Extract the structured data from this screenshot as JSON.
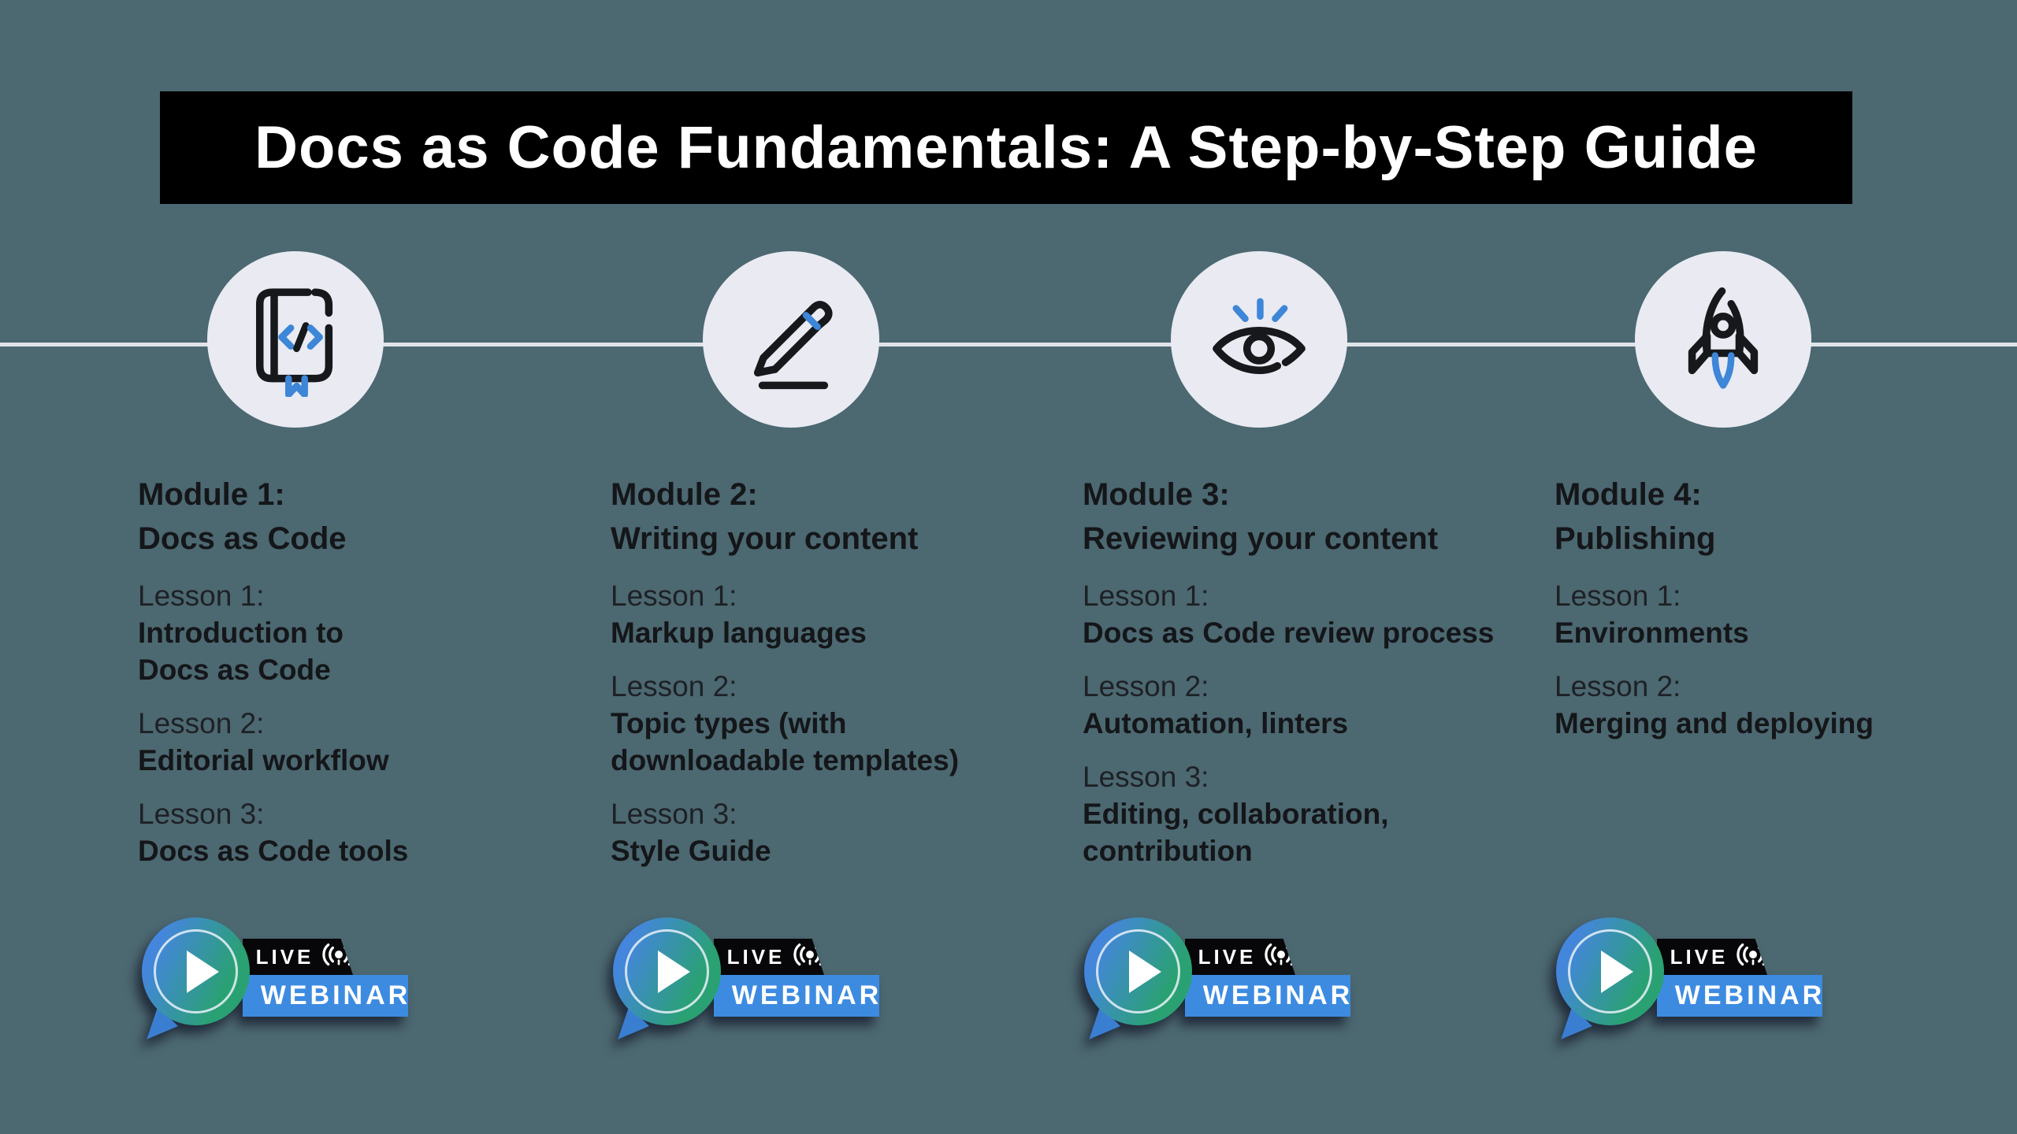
{
  "title_banner": {
    "text": "Docs as Code Fundamentals: A Step-by-Step Guide",
    "bg_color": "#000000",
    "text_color": "#ffffff"
  },
  "colors": {
    "page_background": "#4c6871",
    "timeline_line": "#dfe4e9",
    "icon_circle_bg": "#e9eaf2",
    "icon_stroke": "#16181c",
    "accent_blue": "#3d86d8",
    "badge_live_bg": "#070709",
    "badge_webinar_bg": "#3d8be1",
    "badge_bubble_gradient_start": "#4486dc",
    "badge_bubble_gradient_end": "#2aa173",
    "body_text": "#141619"
  },
  "icons": [
    {
      "name": "notebook-code-icon"
    },
    {
      "name": "pencil-icon"
    },
    {
      "name": "eye-review-icon"
    },
    {
      "name": "rocket-icon"
    },
    {
      "name": "play-icon"
    },
    {
      "name": "broadcast-icon"
    }
  ],
  "modules": [
    {
      "title_label": "Module 1:",
      "title_name": "Docs as Code",
      "lessons": [
        {
          "label": "Lesson 1:",
          "name": "Introduction to\nDocs as Code"
        },
        {
          "label": "Lesson 2:",
          "name": "Editorial workflow"
        },
        {
          "label": "Lesson 3:",
          "name": "Docs as Code tools"
        }
      ]
    },
    {
      "title_label": "Module 2:",
      "title_name": "Writing your content",
      "lessons": [
        {
          "label": "Lesson 1:",
          "name": "Markup languages"
        },
        {
          "label": "Lesson 2:",
          "name": "Topic types (with\ndownloadable templates)"
        },
        {
          "label": "Lesson 3:",
          "name": "Style Guide"
        }
      ]
    },
    {
      "title_label": "Module 3:",
      "title_name": "Reviewing your content",
      "lessons": [
        {
          "label": "Lesson 1:",
          "name": "Docs as Code review process"
        },
        {
          "label": "Lesson 2:",
          "name": "Automation, linters"
        },
        {
          "label": "Lesson 3:",
          "name": "Editing, collaboration,\ncontribution"
        }
      ]
    },
    {
      "title_label": "Module 4:",
      "title_name": "Publishing",
      "lessons": [
        {
          "label": "Lesson 1:",
          "name": "Environments"
        },
        {
          "label": "Lesson 2:",
          "name": "Merging and deploying"
        }
      ]
    }
  ],
  "webinar_badge": {
    "live_label": "LIVE",
    "webinar_label": "WEBINAR"
  }
}
